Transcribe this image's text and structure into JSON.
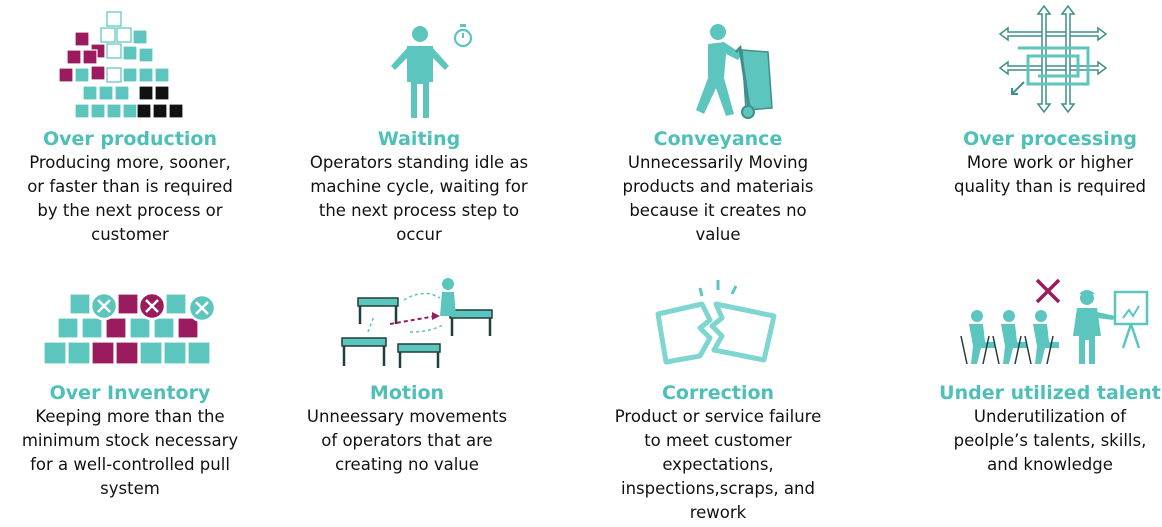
{
  "colors": {
    "teal": "#5bc5be",
    "teal_dark": "#4fa8a2",
    "title": "#4fc0b7",
    "magenta": "#9b1b5f",
    "black": "#111111"
  },
  "wastes": [
    {
      "title": "Over production",
      "description": "Producing more, sooner, or faster than is required by the next process or customer",
      "icon": "stacked-boxes-icon"
    },
    {
      "title": "Waiting",
      "description": "Operators standing idle as machine cycle, waiting for the next process step to occur",
      "icon": "idle-person-stopwatch-icon"
    },
    {
      "title": "Conveyance",
      "description": "Unnecessarily Moving products and materiais because it creates no value",
      "icon": "worker-hand-truck-icon"
    },
    {
      "title": "Over processing",
      "description": "More work or higher quality than is required",
      "icon": "tangled-arrows-icon"
    },
    {
      "title": "Over Inventory",
      "description": "Keeping more than the minimum stock necessary for a well-controlled pull system",
      "icon": "rejected-boxes-icon"
    },
    {
      "title": "Motion",
      "description": "Unneessary movements of operators that are creating no value",
      "icon": "operator-tables-icon"
    },
    {
      "title": "Correction",
      "description": "Product or service failure to meet customer expectations, inspections,scraps, and rework",
      "icon": "broken-part-icon"
    },
    {
      "title": "Under utilized talent",
      "description": "Underutilization of peolple’s talents, skills, and knowledge",
      "icon": "idle-team-icon"
    }
  ]
}
